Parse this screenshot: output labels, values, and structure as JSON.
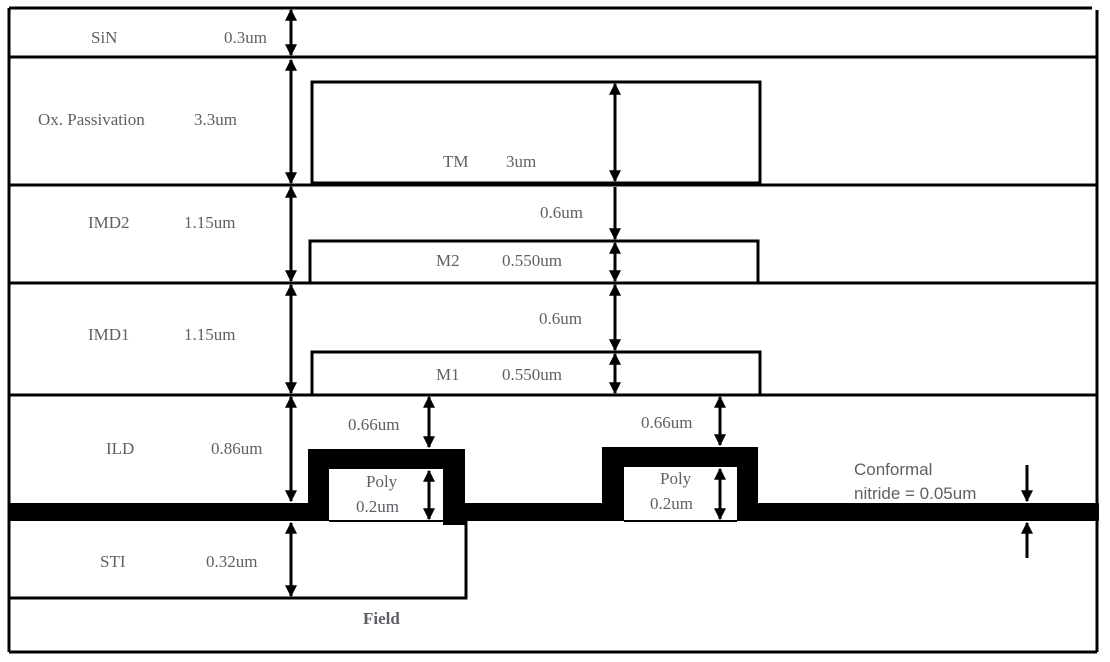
{
  "diagram": {
    "title": "Process stack cross-section",
    "layers": [
      {
        "name": "SiN",
        "thickness": "0.3um"
      },
      {
        "name": "Ox. Passivation",
        "thickness": "3.3um"
      },
      {
        "name": "IMD2",
        "thickness": "1.15um"
      },
      {
        "name": "IMD1",
        "thickness": "1.15um"
      },
      {
        "name": "ILD",
        "thickness": "0.86um"
      },
      {
        "name": "STI",
        "thickness": "0.32um"
      }
    ],
    "metals": [
      {
        "name": "TM",
        "thickness": "3um"
      },
      {
        "name": "M2",
        "thickness": "0.550um"
      },
      {
        "name": "M1",
        "thickness": "0.550um"
      }
    ],
    "spacings": {
      "tm_to_m2": "0.6um",
      "m2_to_m1": "0.6um",
      "poly1_top_to_m1": "0.66um",
      "poly2_top_to_m1": "0.66um"
    },
    "poly": [
      {
        "name": "Poly",
        "thickness": "0.2um"
      },
      {
        "name": "Poly",
        "thickness": "0.2um"
      }
    ],
    "nitride": {
      "line1": "Conformal",
      "line2": "nitride = 0.05um"
    },
    "field_label": "Field",
    "colors": {
      "line": "#000000",
      "text": "#5f5f66",
      "background": "#ffffff"
    }
  }
}
